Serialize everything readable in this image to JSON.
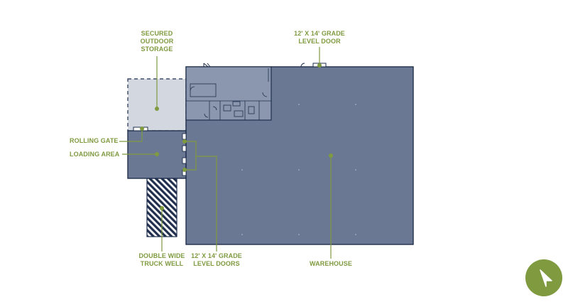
{
  "labels": {
    "secured_outdoor_storage": [
      "SECURED",
      "OUTDOOR",
      "STORAGE"
    ],
    "grade_door_top": [
      "12' X 14' GRADE",
      "LEVEL DOOR"
    ],
    "rolling_gate": "ROLLING GATE",
    "loading_area": "LOADING AREA",
    "truck_well": [
      "DOUBLE WIDE",
      "TRUCK WELL"
    ],
    "grade_doors_bottom": [
      "12' X 14' GRADE",
      "LEVEL DOORS"
    ],
    "warehouse": "WAREHOUSE"
  },
  "colors": {
    "warehouse_fill": "#6b7893",
    "office_fill": "#8b97ae",
    "storage_fill": "#d3d8e0",
    "outline": "#1f2f4d",
    "accent": "#7f9a3f"
  },
  "nav_button": {
    "icon": "cursor-arrow-icon"
  }
}
